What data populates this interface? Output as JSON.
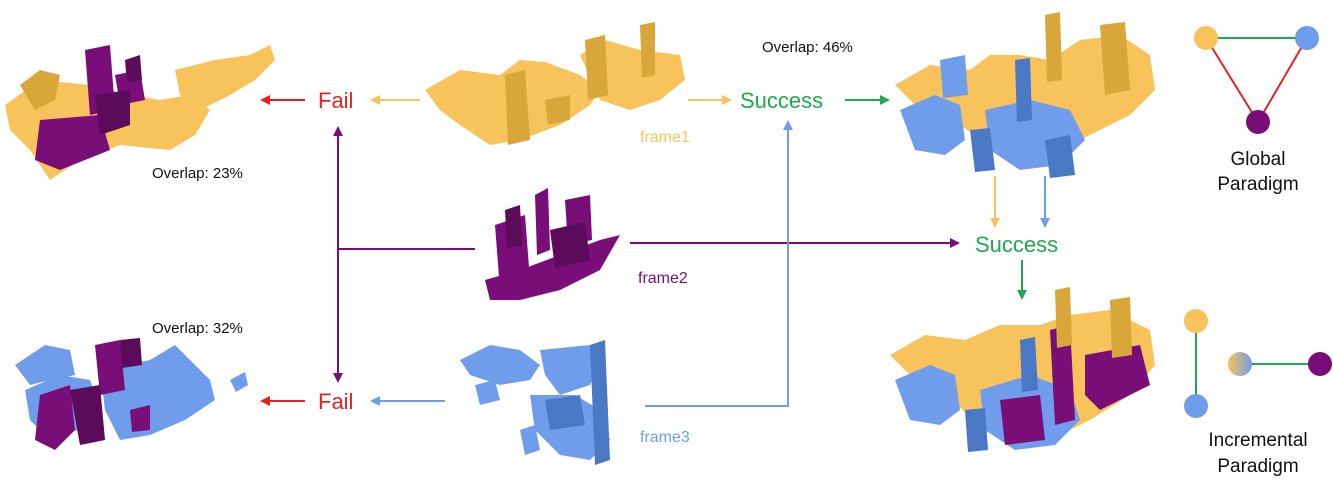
{
  "colors": {
    "yellow": "#F7C35A",
    "yellow_dark": "#D9A63A",
    "purple": "#7A0E78",
    "purple_dark": "#5C0A5A",
    "blue": "#6F9DEB",
    "blue_dark": "#4A78C4",
    "fail_red": "#E8201F",
    "success_green": "#1DAA4E",
    "text": "#111111"
  },
  "frames": {
    "frame1": "frame1",
    "frame2": "frame2",
    "frame3": "frame3"
  },
  "labels": {
    "fail_top": "Fail",
    "fail_bottom": "Fail",
    "success_top": "Success",
    "success_mid": "Success",
    "overlap_23": "Overlap: 23%",
    "overlap_32": "Overlap: 32%",
    "overlap_46": "Overlap: 46%"
  },
  "paradigms": {
    "global_line1": "Global",
    "global_line2": "Paradigm",
    "incremental_line1": "Incremental",
    "incremental_line2": "Paradigm"
  }
}
